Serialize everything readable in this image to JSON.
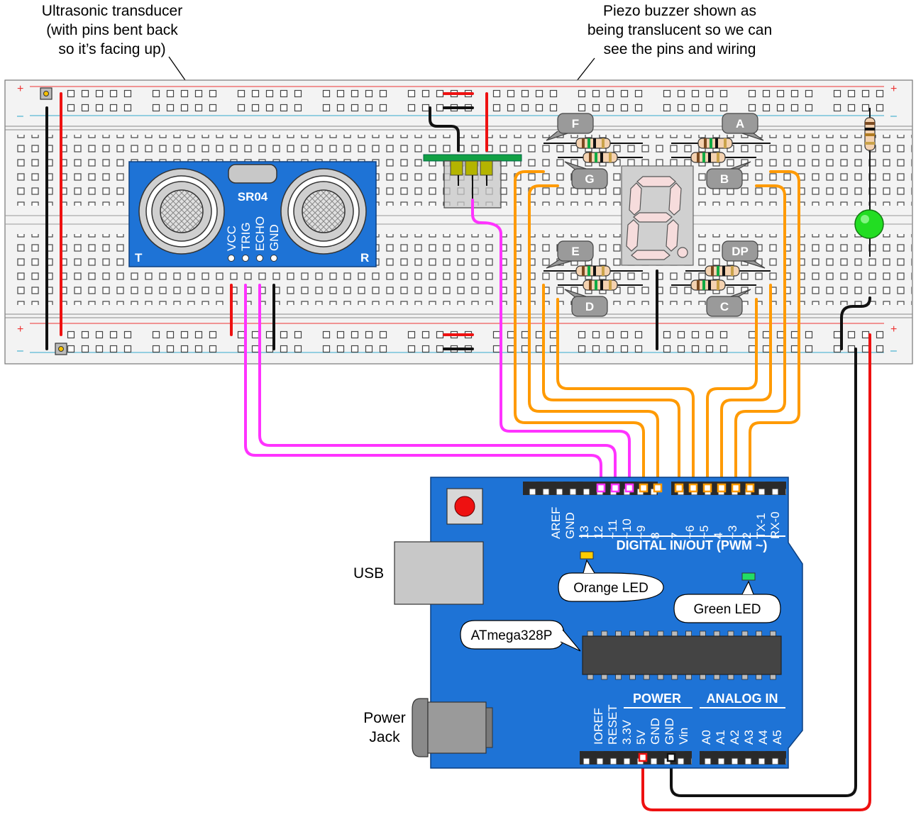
{
  "captions": {
    "transducer": [
      "Ultrasonic transducer",
      "(with pins bent back",
      "so it’s facing up)"
    ],
    "buzzer": [
      "Piezo buzzer shown as",
      "being translucent so we can",
      "see the pins and wiring"
    ],
    "usb": "USB",
    "power_jack": [
      "Power",
      "Jack"
    ]
  },
  "breadboard": {
    "plus": "+",
    "minus": "–"
  },
  "sensor": {
    "model": "SR04",
    "t_label": "T",
    "r_label": "R",
    "pins": [
      "VCC",
      "TRIG",
      "ECHO",
      "GND"
    ]
  },
  "segments": {
    "A": "A",
    "B": "B",
    "C": "C",
    "D": "D",
    "E": "E",
    "F": "F",
    "G": "G",
    "DP": "DP"
  },
  "arduino": {
    "digital_pins": [
      "AREF",
      "GND",
      "13",
      "12",
      "~11",
      "~10",
      "~9",
      "8",
      "7",
      "~6",
      "~5",
      "4",
      "~3",
      "2",
      "TX-1",
      "RX-0"
    ],
    "digital_title": "DIGITAL IN/OUT (PWM ~)",
    "orange_led": "Orange LED",
    "green_led": "Green LED",
    "chip": "ATmega328P",
    "power_title": "POWER",
    "analog_title": "ANALOG IN",
    "power_pins": [
      "IOREF",
      "RESET",
      "3.3V",
      "5V",
      "GND",
      "GND",
      "Vin"
    ],
    "analog_pins": [
      "A0",
      "A1",
      "A2",
      "A3",
      "A4",
      "A5"
    ]
  },
  "colors": {
    "board_blue": "#1e73d6",
    "wire_orange": "#ff9a00",
    "wire_magenta": "#ff33ff",
    "wire_red": "#ee1111",
    "wire_black": "#111111",
    "led_green": "#22dd22",
    "led_orange": "#ffcc00"
  }
}
